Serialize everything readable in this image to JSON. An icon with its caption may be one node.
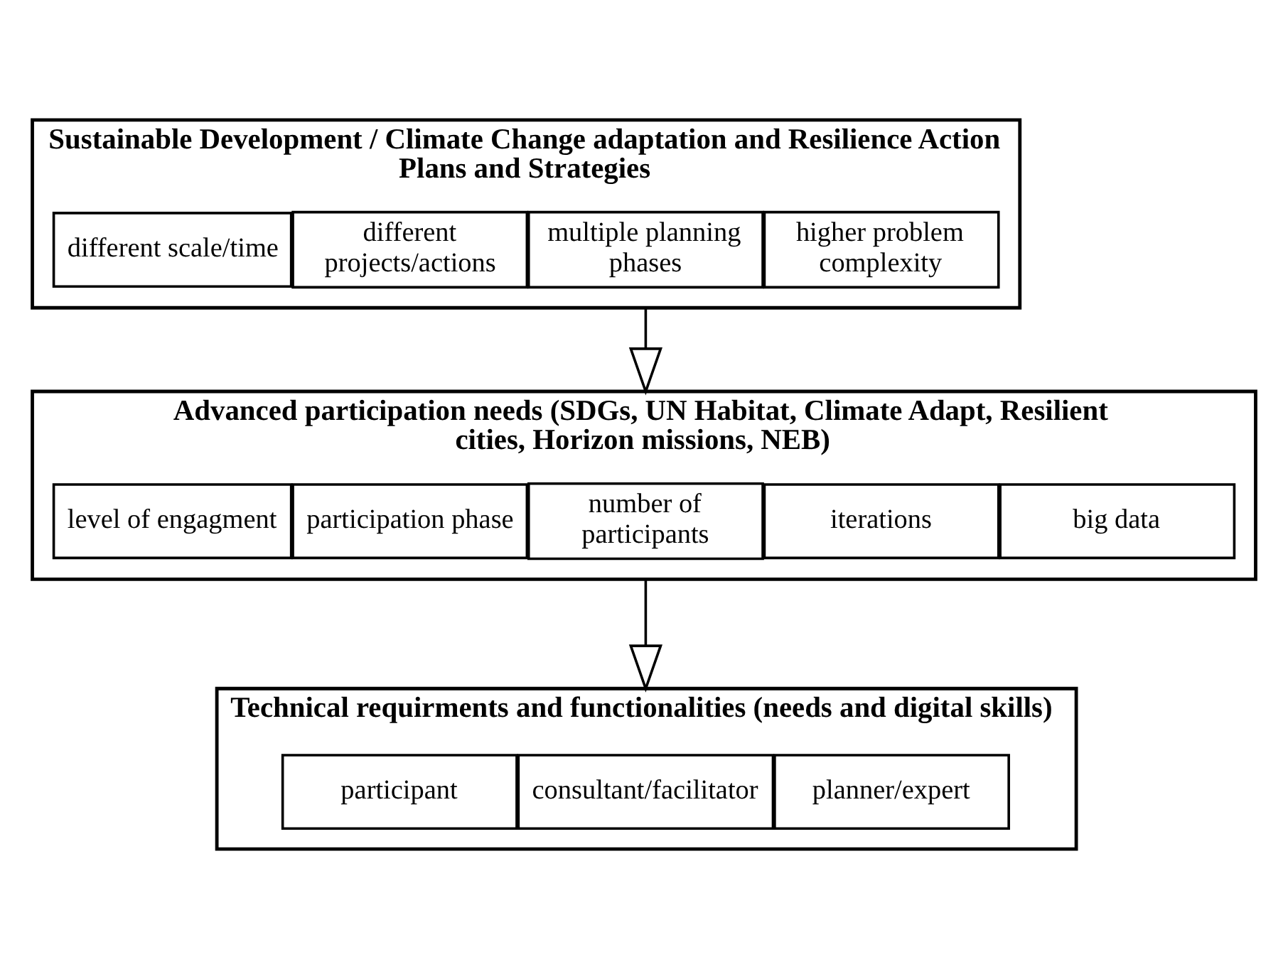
{
  "diagram": {
    "nodes": [
      {
        "text": [
          "Sustainable Development / Climate Change adaptation and Resilience Action Plans and Strategies"
        ]
      },
      {
        "text": [
          "different scale/time"
        ],
        "in": 0
      },
      {
        "text": [
          "different projects/actions"
        ],
        "in": 0
      },
      {
        "text": [
          "multiple planning phases"
        ],
        "in": 0
      },
      {
        "text": [
          "higher problem complexity"
        ],
        "in": 0
      },
      {
        "text": [
          "Advanced participation needs (SDGs, UN Habitat, Climate Adapt, Resilient cities, Horizon missions, NEB)"
        ]
      },
      {
        "text": [
          "level of engagment"
        ],
        "in": 5
      },
      {
        "text": [
          "participation phase"
        ],
        "in": 5
      },
      {
        "text": [
          "number of participants"
        ],
        "in": 5
      },
      {
        "text": [
          "iterations"
        ],
        "in": 5
      },
      {
        "text": [
          "big data"
        ],
        "in": 5
      },
      {
        "text": [
          "Technical requirments and functionalities (needs and digital skills)"
        ]
      },
      {
        "text": [
          "participant"
        ],
        "in": 11
      },
      {
        "text": [
          "consultant/facilitator"
        ],
        "in": 11
      },
      {
        "text": [
          "planner/expert"
        ],
        "in": 11
      }
    ],
    "edges": [
      {
        "from": 0,
        "to": 5,
        "arrow": "to"
      },
      {
        "from": 5,
        "to": 11,
        "arrow": "to"
      }
    ]
  }
}
